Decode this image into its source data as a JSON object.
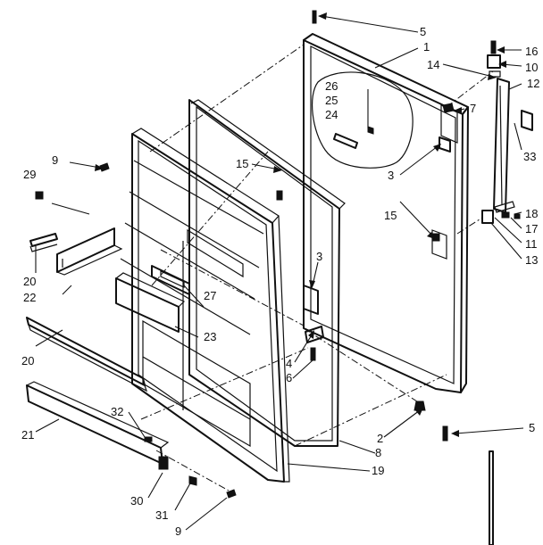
{
  "diagram": {
    "callouts": {
      "c1": "1",
      "c2": "2",
      "c3a": "3",
      "c3b": "3",
      "c4": "4",
      "c5a": "5",
      "c5b": "5",
      "c6": "6",
      "c7": "7",
      "c8": "8",
      "c9a": "9",
      "c9b": "9",
      "c10": "10",
      "c11": "11",
      "c12": "12",
      "c13": "13",
      "c14": "14",
      "c15a": "15",
      "c15b": "15",
      "c16": "16",
      "c17": "17",
      "c18": "18",
      "c19": "19",
      "c20a": "20",
      "c20b": "20",
      "c21": "21",
      "c22": "22",
      "c23": "23",
      "c24": "24",
      "c25": "25",
      "c26": "26",
      "c27": "27",
      "c29": "29",
      "c30": "30",
      "c31": "31",
      "c32": "32",
      "c33": "33"
    }
  }
}
